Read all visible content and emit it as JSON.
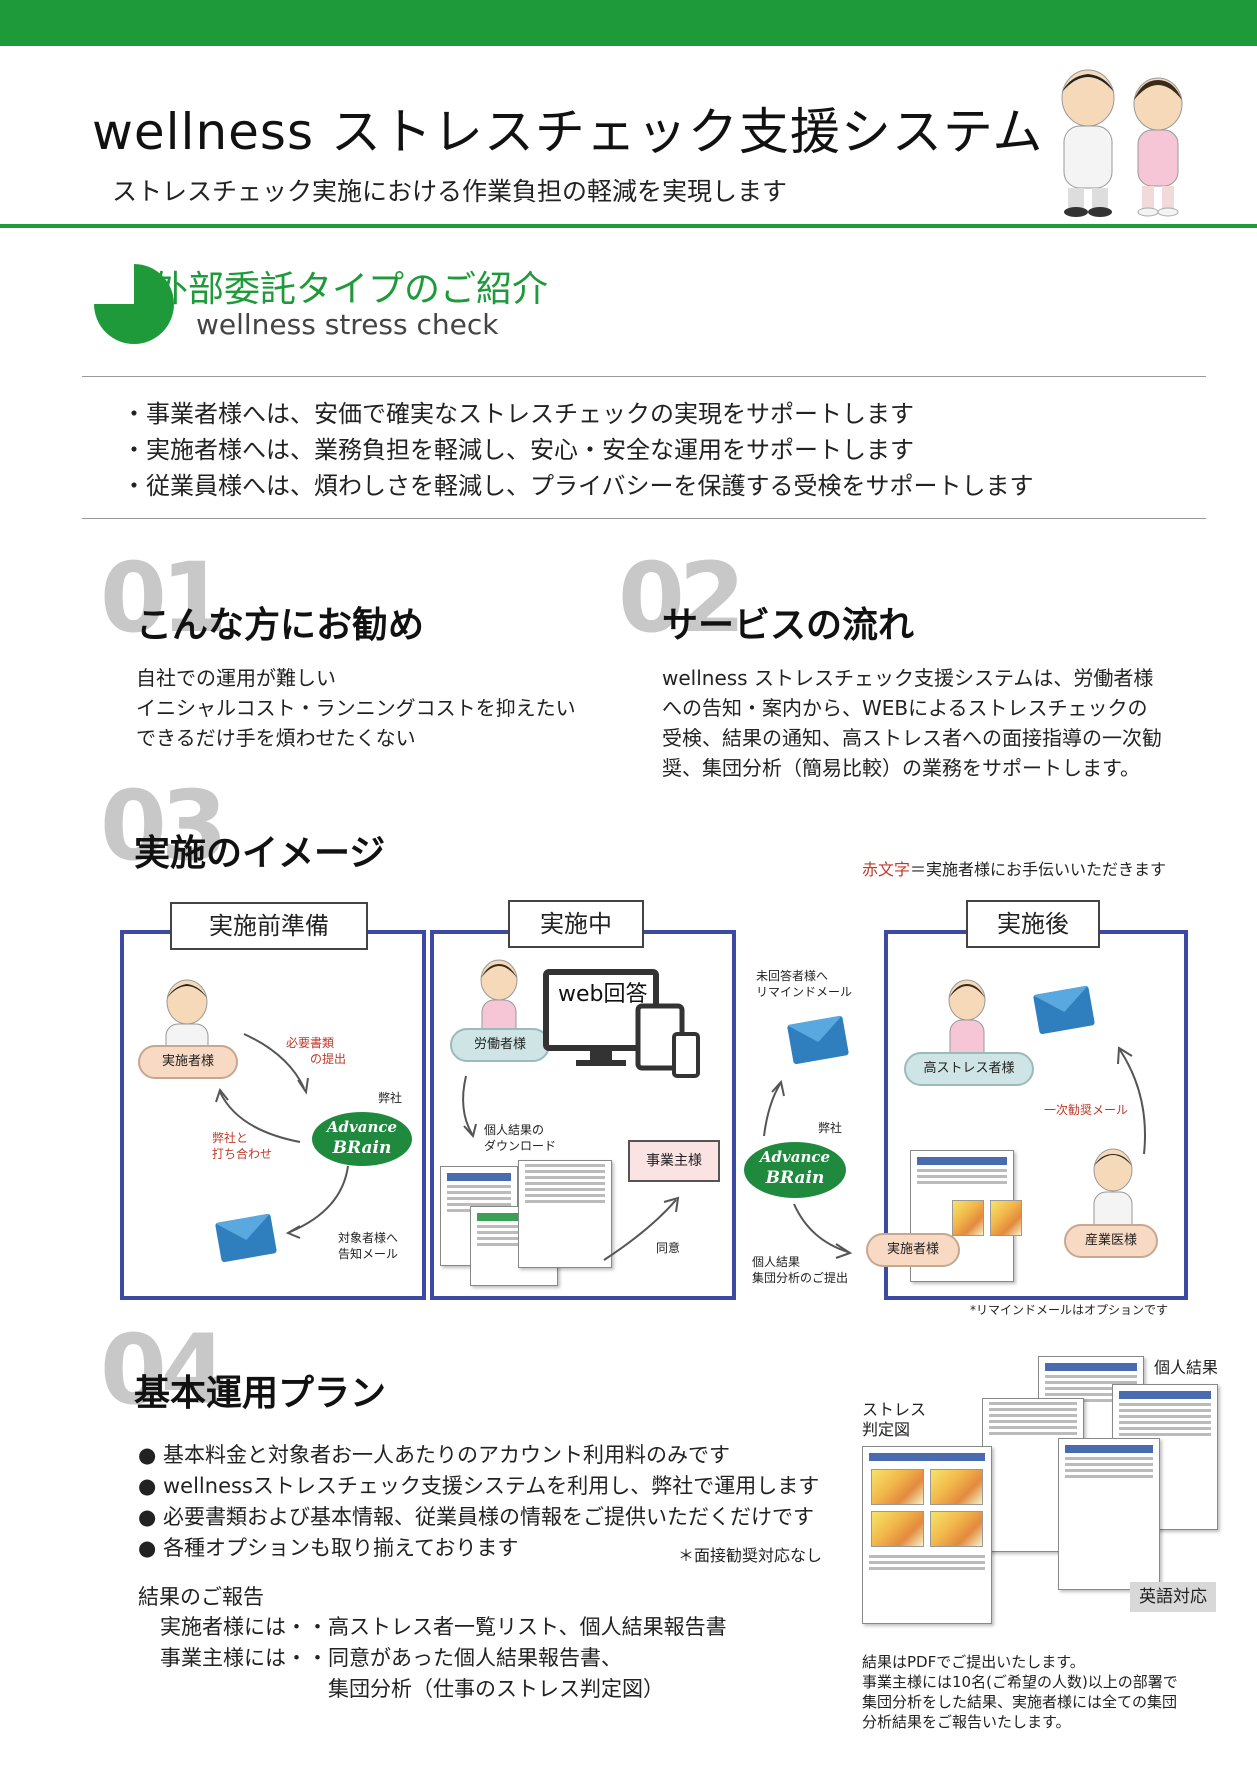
{
  "header": {
    "title": "wellness ストレスチェック支援システム",
    "subtitle": "ストレスチェック実施における作業負担の軽減を実現します"
  },
  "intro": {
    "title": "外部委託タイプのご紹介",
    "subtitle": "wellness stress check",
    "bullets": [
      "・事業者様へは、安価で確実なストレスチェックの実現をサポートします",
      "・実施者様へは、業務負担を軽減し、安心・安全な運用をサポートします",
      "・従業員様へは、煩わしさを軽減し、プライバシーを保護する受検をサポートします"
    ]
  },
  "sec01": {
    "num": "01",
    "title": "こんな方にお勧め",
    "lines": [
      "自社での運用が難しい",
      "イニシャルコスト・ランニングコストを抑えたい",
      "できるだけ手を煩わせたくない"
    ]
  },
  "sec02": {
    "num": "02",
    "title": "サービスの流れ",
    "lines": [
      "wellness ストレスチェック支援システムは、労働者様",
      "への告知・案内から、WEBによるストレスチェックの",
      "受検、結果の通知、高ストレス者への面接指導の一次勧",
      "奨、集団分析（簡易比較）の業務をサポートします。"
    ]
  },
  "sec03": {
    "num": "03",
    "title": "実施のイメージ",
    "legend_red": "赤文字",
    "legend_rest": "＝実施者様にお手伝いいただきます",
    "box1": {
      "label": "実施前準備",
      "pill": "実施者様",
      "red1": "必要書類",
      "red2": "の提出",
      "red3": "弊社と",
      "red4": "打ち合わせ",
      "company": "弊社",
      "mail1": "対象者様へ",
      "mail2": "告知メール"
    },
    "box2": {
      "label": "実施中",
      "pill": "労働者様",
      "web": "web回答",
      "dl1": "個人結果の",
      "dl2": "ダウンロード",
      "employer": "事業主様",
      "consent": "同意"
    },
    "middle": {
      "remind1": "未回答者様へ",
      "remind2": "リマインドメール",
      "company": "弊社",
      "report1": "個人結果",
      "report2": "集団分析のご提出"
    },
    "box3": {
      "label": "実施後",
      "pill_high": "高ストレス者様",
      "red_mail": "一次勧奨メール",
      "pill_impl": "実施者様",
      "pill_doc": "産業医様"
    },
    "logo_top": "Advance",
    "logo_bottom": "BRain",
    "note": "*リマインドメールはオプションです"
  },
  "sec04": {
    "num": "04",
    "title": "基本運用プラン",
    "bullets": [
      "● 基本料金と対象者お一人あたりのアカウント利用料のみです",
      "● wellnessストレスチェック支援システムを利用し、弊社で運用します",
      "● 必要書類および基本情報、従業員様の情報をご提供いただくだけです",
      "● 各種オプションも取り揃えております"
    ],
    "note": "＊面接勧奨対応なし",
    "report_title": "結果のご報告",
    "report_rows": [
      "実施者様には・・高ストレス者一覧リスト、個人結果報告書",
      "事業主様には・・同意があった個人結果報告書、",
      "　　　　　　　　集団分析（仕事のストレス判定図）"
    ],
    "label_stress1": "ストレス",
    "label_stress2": "判定図",
    "label_personal": "個人結果",
    "english": "英語対応",
    "footnote": [
      "結果はPDFでご提出いたします。",
      "事業主様には10名(ご希望の人数)以上の部署で",
      "集団分析をした結果、実施者様には全ての集団",
      "分析結果をご報告いたします。"
    ]
  },
  "colors": {
    "brand_green": "#1f9a3a",
    "box_border": "#3d4aa3",
    "accent_red": "#c0392b"
  }
}
